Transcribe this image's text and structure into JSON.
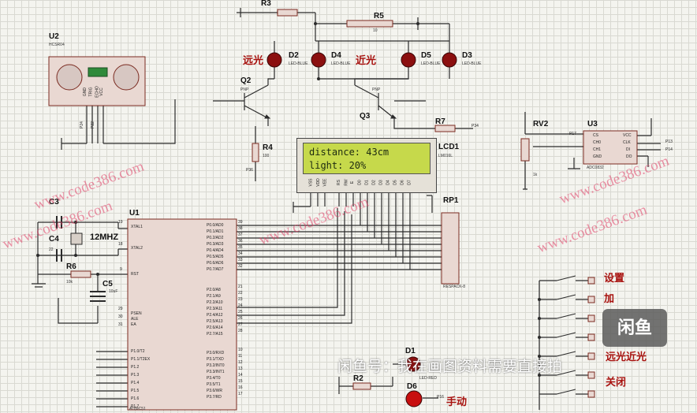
{
  "components": {
    "u2": {
      "ref": "U2",
      "part": "HCSR04",
      "pins": [
        "GND",
        "TRIG",
        "ECHO",
        "VCC"
      ],
      "pin_nums": [
        "P24",
        "P22"
      ]
    },
    "r3": {
      "ref": "R3"
    },
    "r5": {
      "ref": "R5",
      "value": "10"
    },
    "d2": {
      "ref": "D2",
      "part": "LED-BLUE"
    },
    "d4": {
      "ref": "D4",
      "part": "LED-BLUE"
    },
    "d5": {
      "ref": "D5",
      "part": "LED-BLUE"
    },
    "d3": {
      "ref": "D3",
      "part": "LED-BLUE"
    },
    "q2": {
      "ref": "Q2",
      "part": "PNP"
    },
    "q3": {
      "ref": "Q3",
      "part": "PNP"
    },
    "r4": {
      "ref": "R4",
      "value": "100",
      "pin": "P36"
    },
    "r7": {
      "ref": "R7",
      "pin": "P34"
    },
    "lcd1": {
      "ref": "LCD1",
      "part": "LM016L",
      "pins": [
        "VSS",
        "VDD",
        "VEE",
        "RS",
        "RW",
        "E",
        "D0",
        "D1",
        "D2",
        "D3",
        "D4",
        "D5",
        "D6",
        "D7"
      ]
    },
    "rv2": {
      "ref": "RV2",
      "value": "1k"
    },
    "u3": {
      "ref": "U3",
      "part": "ADC0832",
      "pins_left": [
        "CS",
        "CH0",
        "CH1",
        "GND"
      ],
      "pins_right": [
        "VCC",
        "CLK",
        "DI",
        "DO"
      ],
      "pin_nums": [
        "P17",
        "P13",
        "P14"
      ]
    },
    "c3": {
      "ref": "C3"
    },
    "c4": {
      "ref": "C4",
      "value": "22"
    },
    "x1": {
      "ref": "12MHZ"
    },
    "r6": {
      "ref": "R6",
      "value": "10k"
    },
    "c5": {
      "ref": "C5",
      "value": "10uF"
    },
    "u1": {
      "ref": "U1",
      "part": "AT89C51",
      "pins_left": [
        "XTAL1",
        "XTAL2",
        "RST",
        "PSEN",
        "ALE",
        "EA",
        "P1.0/T2",
        "P1.1/T2EX",
        "P1.2",
        "P1.3",
        "P1.4",
        "P1.5",
        "P1.6",
        "P1.7"
      ],
      "pins_right": [
        "P0.0/AD0",
        "P0.1/AD1",
        "P0.2/AD2",
        "P0.3/AD3",
        "P0.4/AD4",
        "P0.5/AD5",
        "P0.6/AD6",
        "P0.7/AD7",
        "P2.0/A8",
        "P2.1/A9",
        "P2.2/A10",
        "P2.3/A11",
        "P2.4/A12",
        "P2.5/A13",
        "P2.6/A14",
        "P2.7/A15",
        "P3.0/RXD",
        "P3.1/TXD",
        "P3.2/INT0",
        "P3.3/INT1",
        "P3.4/T0",
        "P3.5/T1",
        "P3.6/WR",
        "P3.7/RD"
      ],
      "pin_nums": [
        "19",
        "18",
        "9",
        "29",
        "30",
        "31",
        "39",
        "38",
        "37",
        "36",
        "35",
        "34",
        "33",
        "32",
        "21",
        "22",
        "23",
        "24",
        "25",
        "26",
        "27",
        "28",
        "10",
        "11",
        "12",
        "13",
        "14",
        "15",
        "16",
        "17"
      ]
    },
    "rp1": {
      "ref": "RP1",
      "part": "RESPACK-8"
    },
    "d1": {
      "ref": "D1",
      "part": "LED-RED"
    },
    "d6": {
      "ref": "D6",
      "pin": "P16"
    },
    "r2": {
      "ref": "R2"
    }
  },
  "lcd_text": {
    "line1": "distance: 43cm",
    "line2": "light: 20%"
  },
  "labels_cn": {
    "near_left": "远光",
    "near_mid": "近光",
    "set": "设置",
    "add": "加",
    "far_near": "远光近光",
    "close": "关闭",
    "manual": "手动"
  },
  "watermarks": [
    "www.code386.com",
    "www.code386.com",
    "www.code386.com",
    "www.code386.com",
    "www.code386.com"
  ],
  "overlay": {
    "text": "闲鱼号：我在画图资料需要直接拍",
    "badge": "闲鱼"
  },
  "colors": {
    "wire": "#2b2b2b",
    "body": "#e9d8d2",
    "body_border": "#7a2a20",
    "led": "#8b0f0f",
    "lcd": "#c6d94b"
  }
}
